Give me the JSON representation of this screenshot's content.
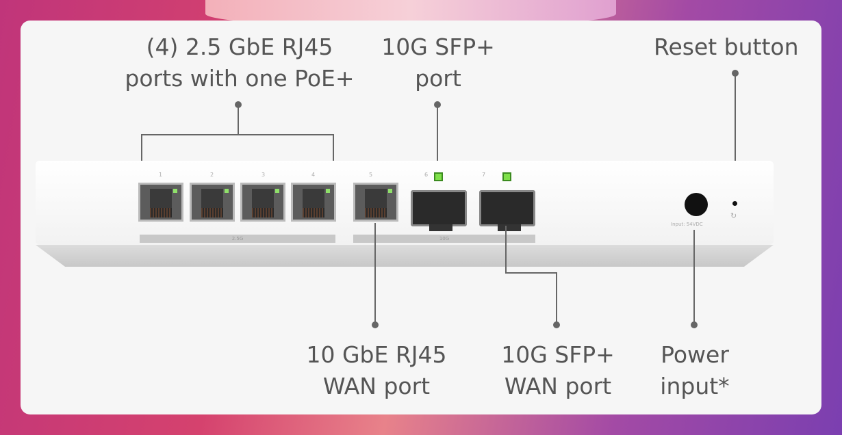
{
  "labels": {
    "rj45_ports": [
      "(4) 2.5 GbE RJ45",
      "ports with one PoE+"
    ],
    "sfp_port": [
      "10G SFP+",
      "port"
    ],
    "reset": "Reset button",
    "wan_rj45": [
      "10 GbE RJ45",
      "WAN port"
    ],
    "wan_sfp": [
      "10G SFP+",
      "WAN port"
    ],
    "power": [
      "Power",
      "input*"
    ]
  },
  "device": {
    "port_numbers": [
      "1",
      "2",
      "3",
      "4",
      "5",
      "6",
      "7"
    ],
    "group_2_5g": "2.5G",
    "group_10g": "10G",
    "power_rating": "Input: 54VDC",
    "led_color": "#7fe04a"
  }
}
